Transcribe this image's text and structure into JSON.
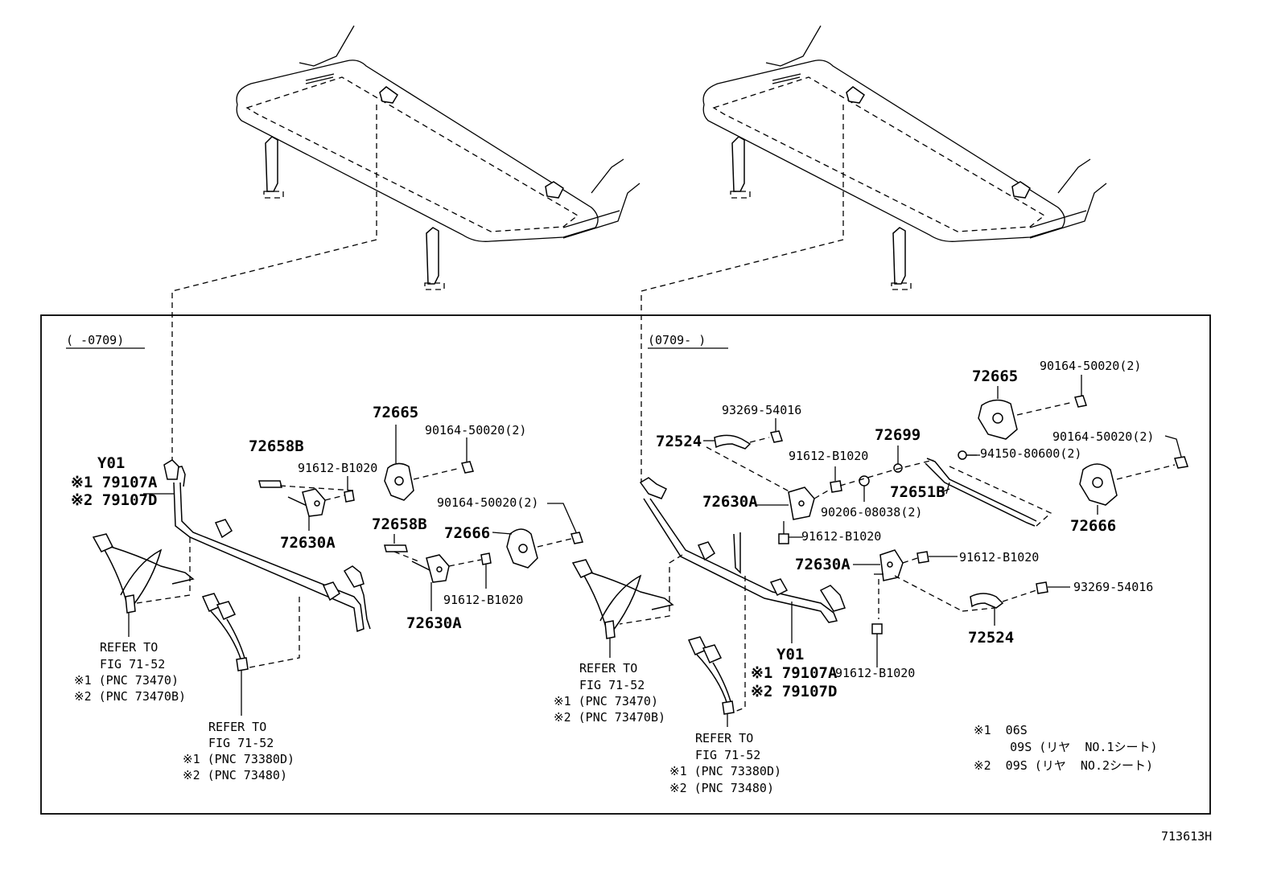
{
  "figure_id": "713613H",
  "left": {
    "range": "(      -0709)",
    "part_72665": "72665",
    "part_90164_a": "90164-50020(2)",
    "part_72658B_a": "72658B",
    "part_91612_a": "91612-B1020",
    "part_Y01": "Y01",
    "part_79107A": "※1 79107A",
    "part_79107D": "※2 79107D",
    "part_72630A_a": "72630A",
    "part_72658B_b": "72658B",
    "part_90164_b": "90164-50020(2)",
    "part_72666": "72666",
    "part_91612_b": "91612-B1020",
    "part_72630A_b": "72630A",
    "refer1": [
      "REFER TO",
      "FIG 71-52",
      "※1 (PNC 73470)",
      "※2 (PNC 73470B)"
    ],
    "refer2": [
      "REFER TO",
      "FIG 71-52",
      "※1 (PNC 73380D)",
      "※2 (PNC 73480)"
    ]
  },
  "right": {
    "range": "(0709-       )",
    "part_93269_a": "93269-54016",
    "part_72524_a": "72524",
    "part_72665": "72665",
    "part_90164_a": "90164-50020(2)",
    "part_72699": "72699",
    "part_91612_a": "91612-B1020",
    "part_94150": "94150-80600(2)",
    "part_90164_b": "90164-50020(2)",
    "part_72630A_a": "72630A",
    "part_72651B": "72651B",
    "part_90206": "90206-08038(2)",
    "part_72666": "72666",
    "part_91612_b": "91612-B1020",
    "part_72630A_b": "72630A",
    "part_91612_c": "91612-B1020",
    "part_93269_b": "93269-54016",
    "part_72524_b": "72524",
    "part_Y01": "Y01",
    "part_79107A": "※1 79107A",
    "part_91612_d": "91612-B1020",
    "part_79107D": "※2 79107D",
    "refer1": [
      "REFER TO",
      "FIG 71-52",
      "※1 (PNC 73470)",
      "※2 (PNC 73470B)"
    ],
    "refer2": [
      "REFER TO",
      "FIG 71-52",
      "※1 (PNC 73380D)",
      "※2 (PNC 73480)"
    ]
  },
  "legend": [
    "※1  06S",
    "     09S (リヤ  NO.1シート)",
    "※2  09S (リヤ  NO.2シート)"
  ]
}
